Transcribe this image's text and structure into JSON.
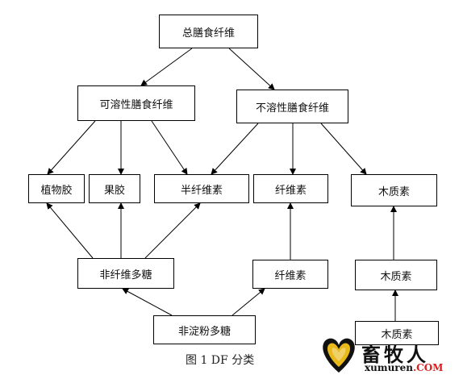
{
  "diagram": {
    "nodes": {
      "total": "总膳食纤维",
      "soluble": "可溶性膳食纤维",
      "insoluble": "不溶性膳食纤维",
      "plant_gum": "植物胶",
      "pectin": "果胶",
      "hemicellulose": "半纤维素",
      "cellulose_top": "纤维素",
      "lignin_top": "木质素",
      "non_cellulose_polysaccharide": "非纤维多糖",
      "cellulose_bottom": "纤维素",
      "lignin_middle": "木质素",
      "non_starch_polysaccharide": "非淀粉多糖",
      "lignin_bottom": "木质素"
    },
    "caption": "图 1  DF 分类",
    "edges": [
      [
        "total",
        "soluble"
      ],
      [
        "total",
        "insoluble"
      ],
      [
        "soluble",
        "plant_gum"
      ],
      [
        "soluble",
        "pectin"
      ],
      [
        "soluble",
        "hemicellulose"
      ],
      [
        "insoluble",
        "hemicellulose"
      ],
      [
        "insoluble",
        "cellulose_top"
      ],
      [
        "insoluble",
        "lignin_top"
      ],
      [
        "non_cellulose_polysaccharide",
        "plant_gum"
      ],
      [
        "non_cellulose_polysaccharide",
        "pectin"
      ],
      [
        "non_cellulose_polysaccharide",
        "hemicellulose"
      ],
      [
        "cellulose_bottom",
        "cellulose_top"
      ],
      [
        "lignin_middle",
        "lignin_top"
      ],
      [
        "lignin_bottom",
        "lignin_middle"
      ],
      [
        "non_starch_polysaccharide",
        "non_cellulose_polysaccharide"
      ],
      [
        "non_starch_polysaccharide",
        "cellulose_bottom"
      ]
    ]
  },
  "watermark": {
    "name_cn": "畜牧人",
    "site_prefix": "xumuren",
    "site_suffix": ".COM",
    "logo_icon": "heart-shield-icon"
  },
  "colors": {
    "line": "#000000",
    "logo_gold": "#e9b91a",
    "logo_red": "#d81e1e"
  }
}
